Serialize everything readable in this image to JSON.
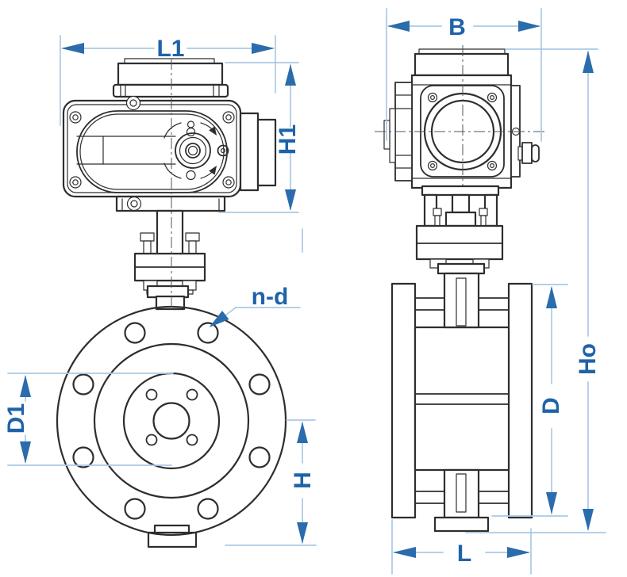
{
  "dimensions": {
    "l1": "L1",
    "h1": "H1",
    "b": "B",
    "ho": "Ho",
    "d": "D",
    "d1": "D1",
    "h": "H",
    "l": "L",
    "nd": "n-d"
  },
  "colors": {
    "outline": "#2e2e2e",
    "dimension_line": "#abc9e5",
    "arrowhead": "#2a6cac",
    "label_text": "#1e63a9",
    "background": "#ffffff"
  }
}
